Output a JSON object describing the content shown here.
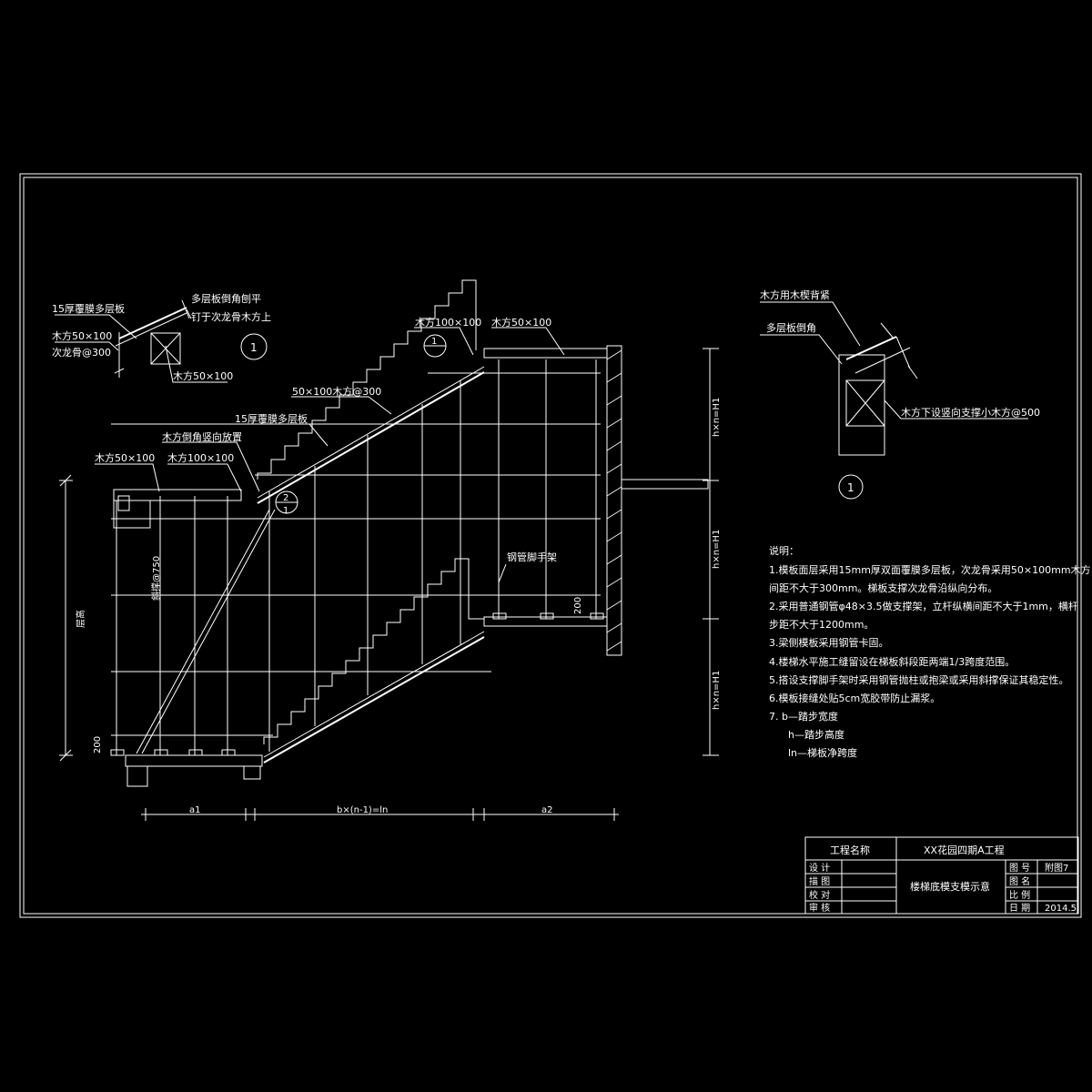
{
  "callouts": {
    "d1_ply": "15厚覆膜多层板",
    "d1_chamfer": "多层板倒角刨平",
    "d1_nail": "钉于次龙骨木方上",
    "d1_timber": "木方50×100",
    "d1_joist": "次龙骨@300",
    "d1_timber2": "木方50×100",
    "top_t100": "木方100×100",
    "top_t50": "木方50×100",
    "mid_joist": "50×100木方@300",
    "mid_ply": "15厚覆膜多层板",
    "left_chamfer": "木方倒角竖向放置",
    "left_t50": "木方50×100",
    "left_t100": "木方100×100",
    "scaffold": "钢管脚手架",
    "brace": "斜撑@750",
    "height": "层高",
    "c200a": "200",
    "c200b": "200",
    "dims_bottom_a1": "a1",
    "dims_bottom_mid": "b×(n-1)=ln",
    "dims_bottom_a2": "a2",
    "dims_right_1": "h×n=H1",
    "dims_right_2": "h×n=H1",
    "dims_right_3": "h×n=H1",
    "detail1_no": "1",
    "detail2_no": "2",
    "detail2_sub": "1",
    "section_marker_1": "1"
  },
  "right_detail": {
    "wedge": "木方用木楔背紧",
    "chamfer": "多层板倒角",
    "support": "木方下设竖向支撑小木方@500",
    "no": "1"
  },
  "notes": {
    "title": "说明：",
    "lines": [
      "1.模板面层采用15mm厚双面覆膜多层板，次龙骨采用50×100mm木方，",
      "间距不大于300mm。梯板支撑次龙骨沿纵向分布。",
      "2.采用普通钢管φ48×3.5做支撑架，立杆纵横间距不大于1mm，横杆",
      "步距不大于1200mm。",
      "3.梁侧模板采用钢管卡固。",
      "4.楼梯水平施工缝留设在梯板斜段距两端1/3跨度范围。",
      "5.搭设支撑脚手架时采用钢管抛柱或抱梁或采用斜撑保证其稳定性。",
      "6.模板接缝处贴5cm宽胶带防止漏浆。",
      "7.  b—踏步宽度",
      "h—踏步高度",
      "ln—梯板净跨度"
    ]
  },
  "title_block": {
    "project_label": "工程名称",
    "project_name": "XX花园四期A工程",
    "drawing_title": "楼梯底模支模示意",
    "roles": [
      "设  计",
      "描  图",
      "校  对",
      "审  核"
    ],
    "fields": [
      "图  号",
      "图  名",
      "比  例",
      "日  期"
    ],
    "drawing_no": "附图7",
    "date": "2014.5"
  }
}
